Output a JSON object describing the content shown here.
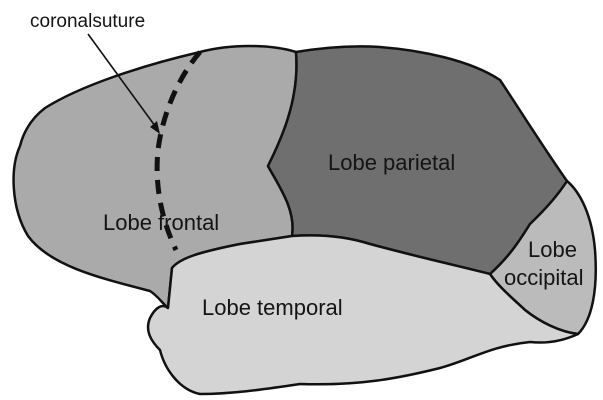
{
  "labels": {
    "suture_word1": "coronal",
    "suture_word2": "suture",
    "frontal": "Lobe frontal",
    "parietal": "Lobe parietal",
    "temporal": "Lobe temporal",
    "occipital_line1": "Lobe",
    "occipital_line2": "occipital"
  },
  "colors": {
    "frontal": "#aaaaaa",
    "parietal": "#6f6f6f",
    "temporal": "#d4d4d4",
    "occipital": "#bbbbbb",
    "outline": "#111111",
    "background": "#ffffff"
  }
}
